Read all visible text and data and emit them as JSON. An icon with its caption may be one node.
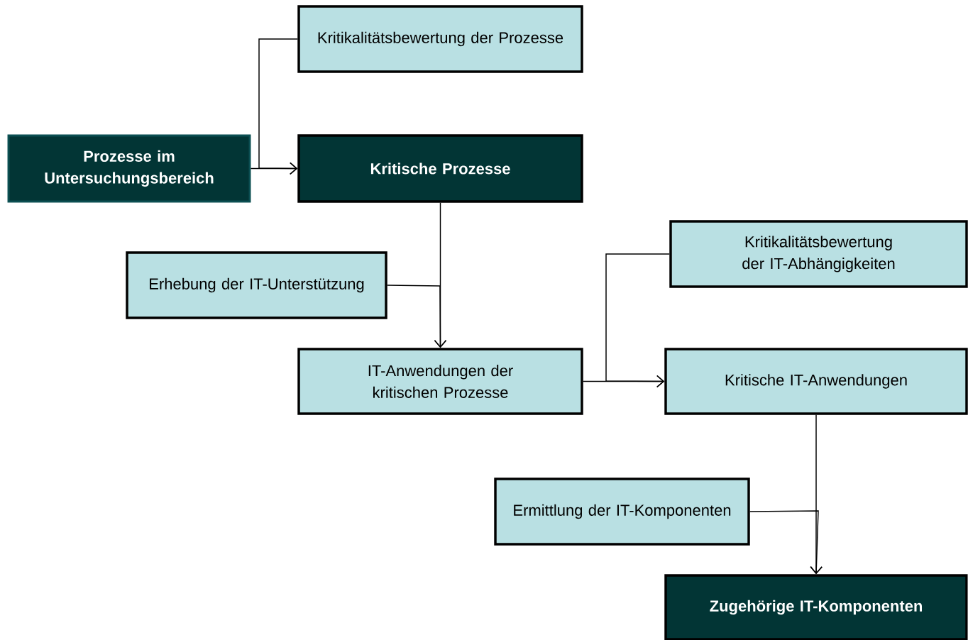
{
  "diagram": {
    "nodes": [
      {
        "text": [
          "Kritikalitätsbewertung der Prozesse"
        ]
      },
      {
        "text": [
          "Prozesse im Untersuchungsbereich"
        ]
      },
      {
        "text": [
          "Kritische Prozesse"
        ]
      },
      {
        "text": [
          "Erhebung der IT-Unterstützung"
        ]
      },
      {
        "text": [
          "IT-Anwendungen der kritischen Prozesse"
        ]
      },
      {
        "text": [
          "Kritikalitätsbewertung der IT-Abhängigkeiten"
        ]
      },
      {
        "text": [
          "Kritische IT-Anwendungen"
        ]
      },
      {
        "text": [
          "Ermittlung der IT-Komponenten"
        ]
      },
      {
        "text": [
          "Zugehörige IT-Komponenten"
        ]
      }
    ],
    "edges": [
      {
        "from": 0,
        "to": 2,
        "arrow": "to"
      },
      {
        "from": 1,
        "to": 2,
        "arrow": "to"
      },
      {
        "from": 2,
        "to": 4,
        "arrow": "to"
      },
      {
        "from": 3,
        "to": 4,
        "arrow": "to"
      },
      {
        "from": 5,
        "to": 6,
        "arrow": "to"
      },
      {
        "from": 4,
        "to": 6,
        "arrow": "to"
      },
      {
        "from": 6,
        "to": 8,
        "arrow": "to"
      },
      {
        "from": 7,
        "to": 8,
        "arrow": "to"
      }
    ]
  }
}
